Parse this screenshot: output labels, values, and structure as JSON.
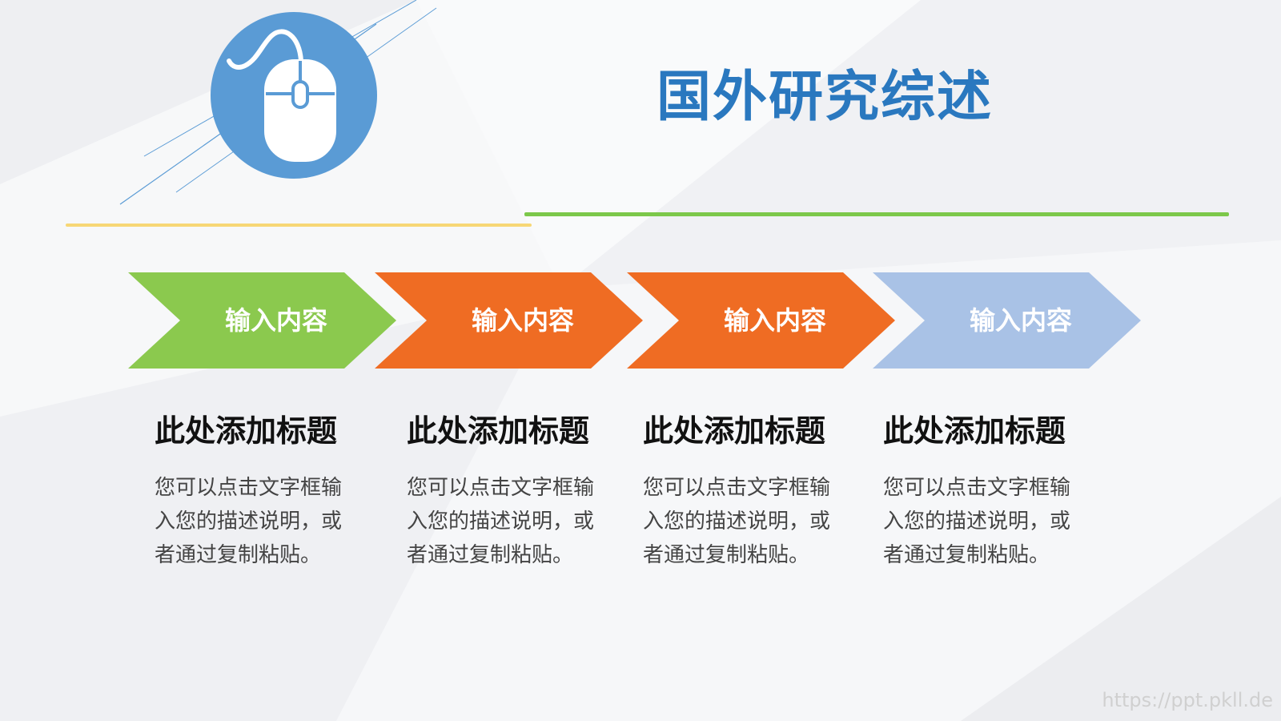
{
  "slide": {
    "title": "国外研究综述",
    "watermark": "https://ppt.pkll.de"
  },
  "icon": {
    "name": "mouse-icon",
    "color": "#5a9bd5"
  },
  "colors": {
    "title": "#2a78bf",
    "rule_left": "#f7d776",
    "rule_right": "#7cc84a"
  },
  "steps": [
    {
      "label": "输入内容",
      "color": "#8bc94e"
    },
    {
      "label": "输入内容",
      "color": "#ef6c23"
    },
    {
      "label": "输入内容",
      "color": "#ef6c23"
    },
    {
      "label": "输入内容",
      "color": "#a9c2e6"
    }
  ],
  "columns": [
    {
      "title": "此处添加标题",
      "desc": "您可以点击文字框输入您的描述说明，或者通过复制粘贴。"
    },
    {
      "title": "此处添加标题",
      "desc": "您可以点击文字框输入您的描述说明，或者通过复制粘贴。"
    },
    {
      "title": "此处添加标题",
      "desc": "您可以点击文字框输入您的描述说明，或者通过复制粘贴。"
    },
    {
      "title": "此处添加标题",
      "desc": "您可以点击文字框输入您的描述说明，或者通过复制粘贴。"
    }
  ]
}
